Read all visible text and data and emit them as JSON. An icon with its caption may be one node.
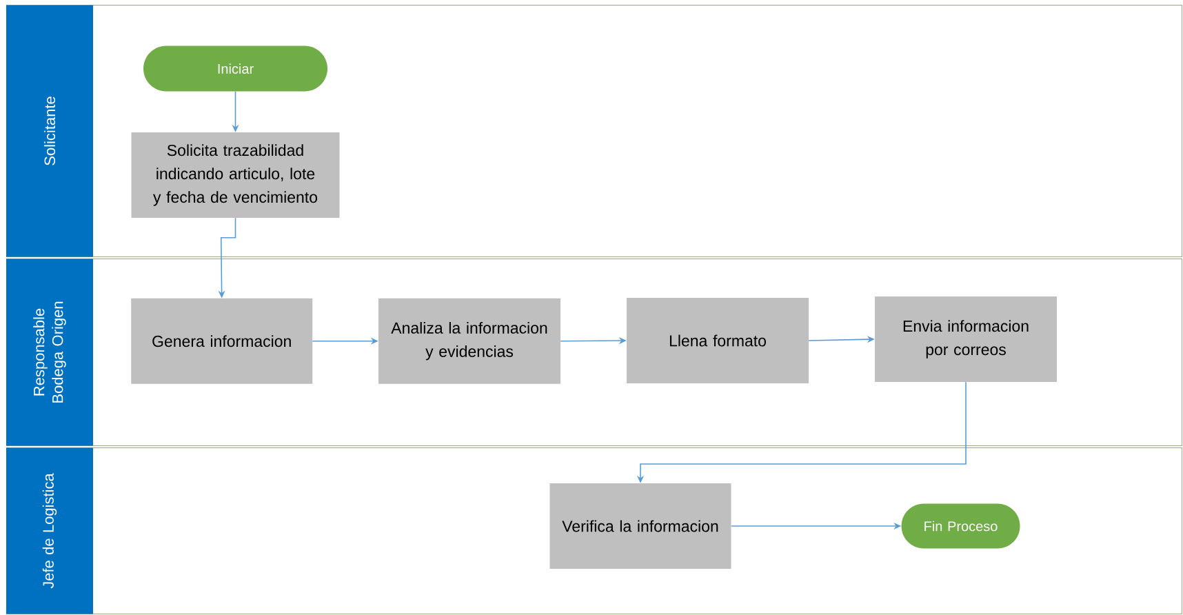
{
  "diagram": {
    "nodes": [
      {
        "text": [
          "Solicitante"
        ]
      },
      {
        "text": [
          "Iniciar"
        ],
        "in": 0
      },
      {
        "text": [
          "Solicita trazabilidad indicando articulo, lote y fecha de vencimiento"
        ],
        "in": 0
      },
      {
        "text": [
          "Responsable Bodega Origen"
        ]
      },
      {
        "text": [
          "Genera informacion"
        ],
        "in": 3
      },
      {
        "text": [
          "Analiza la informacion y evidencias"
        ],
        "in": 3
      },
      {
        "text": [
          "Llena formato"
        ],
        "in": 3
      },
      {
        "text": [
          "Envia informacion por correos"
        ],
        "in": 3
      },
      {
        "text": [
          "Jefe de Logistica"
        ]
      },
      {
        "text": [
          "Verifica la informacion"
        ],
        "in": 8
      },
      {
        "text": [
          "Fin Proceso"
        ],
        "in": 8
      }
    ],
    "edges": [
      {
        "from": 1,
        "to": 2,
        "arrow": "to"
      },
      {
        "from": 2,
        "to": 4,
        "arrow": "to"
      },
      {
        "from": 4,
        "to": 5,
        "arrow": "to"
      },
      {
        "from": 5,
        "to": 6,
        "arrow": "to"
      },
      {
        "from": 6,
        "to": 7,
        "arrow": "to"
      },
      {
        "from": 7,
        "to": 9,
        "arrow": "to"
      },
      {
        "from": 9,
        "to": 10,
        "arrow": "to"
      }
    ]
  }
}
